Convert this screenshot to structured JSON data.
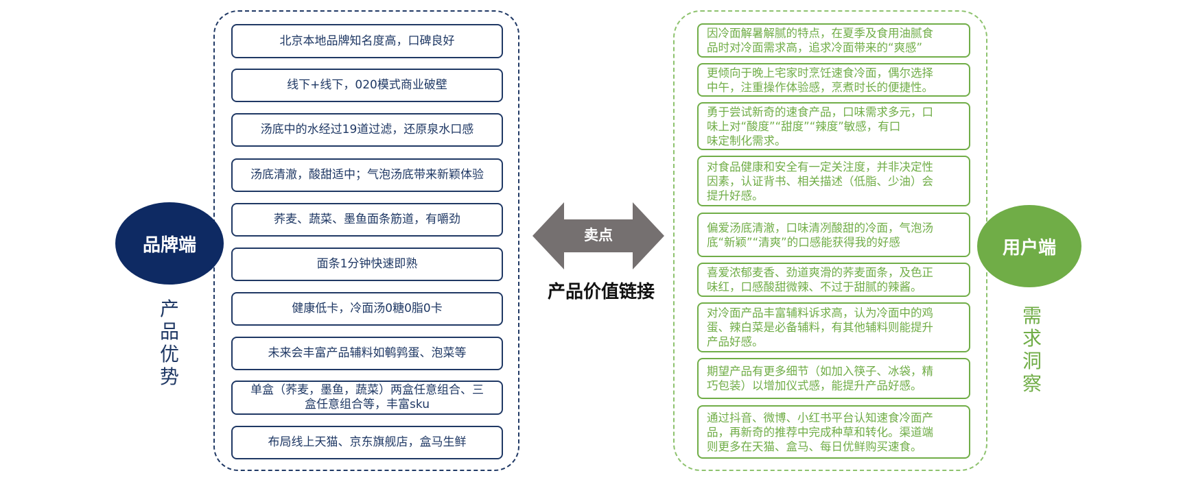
{
  "brand": {
    "circle_label": "品牌端",
    "side_label": [
      "产",
      "品",
      "优",
      "势"
    ],
    "items": [
      "北京本地品牌知名度高，口碑良好",
      "线下+线下，020模式商业破壁",
      "汤底中的水经过19道过滤，还原泉水口感",
      "汤底清澈，酸甜适中；气泡汤底带来新颖体验",
      "荞麦、蔬菜、墨鱼面条筋道，有嚼劲",
      "面条1分钟快速即熟",
      "健康低卡，冷面汤0糖0脂0卡",
      "未来会丰富产品辅料如鹌鹑蛋、泡菜等",
      [
        "单盒（荞麦，墨鱼，蔬菜）两盒任意组合、三",
        "盒任意组合等，丰富sku"
      ],
      "布局线上天猫、京东旗舰店，盒马生鲜"
    ]
  },
  "center": {
    "arrow_label": "卖点",
    "caption": "产品价值链接"
  },
  "user": {
    "circle_label": "用户端",
    "side_label": [
      "需",
      "求",
      "洞",
      "察"
    ],
    "items": [
      [
        "因冷面解暑解腻的特点，在夏季及食用油腻食",
        "品时对冷面需求高，追求冷面带来的“爽感”"
      ],
      [
        "更倾向于晚上宅家时烹饪速食冷面，偶尔选择",
        "中午，注重操作体验感，烹煮时长的便捷性。"
      ],
      [
        "勇于尝试新奇的速食产品，口味需求多元，口",
        "味上对“酸度”“甜度”“辣度”敏感，有口",
        "味定制化需求。"
      ],
      [
        "对食品健康和安全有一定关注度，并非决定性",
        "因素，认证背书、相关描述（低脂、少油）会",
        "提升好感。"
      ],
      [
        "偏爱汤底清澈，口味清冽酸甜的冷面，气泡汤",
        "底“新颖”“清爽”的口感能获得我的好感"
      ],
      [
        "喜爱浓郁麦香、劲道爽滑的荞麦面条，及色正",
        "味红，口感酸甜微辣、不过于甜腻的辣酱。"
      ],
      [
        "对冷面产品丰富辅料诉求高，认为冷面中的鸡",
        "蛋、辣白菜是必备辅料，有其他辅料则能提升",
        "产品好感。"
      ],
      [
        "期望产品有更多细节（如加入筷子、冰袋，精",
        "巧包装）以增加仪式感，能提升产品好感。"
      ],
      [
        "通过抖音、微博、小红书平台认知速食冷面产",
        "品，再新奇的推荐中完成种草和转化。渠道端",
        "则更多在天猫、盒马、每日优鲜购买速食。"
      ]
    ]
  },
  "colors": {
    "brand_navy": "#0e2a63",
    "brand_border": "#1f3864",
    "user_green": "#70ad47",
    "user_dash": "#8dc26d",
    "arrow_gray": "#757070"
  }
}
